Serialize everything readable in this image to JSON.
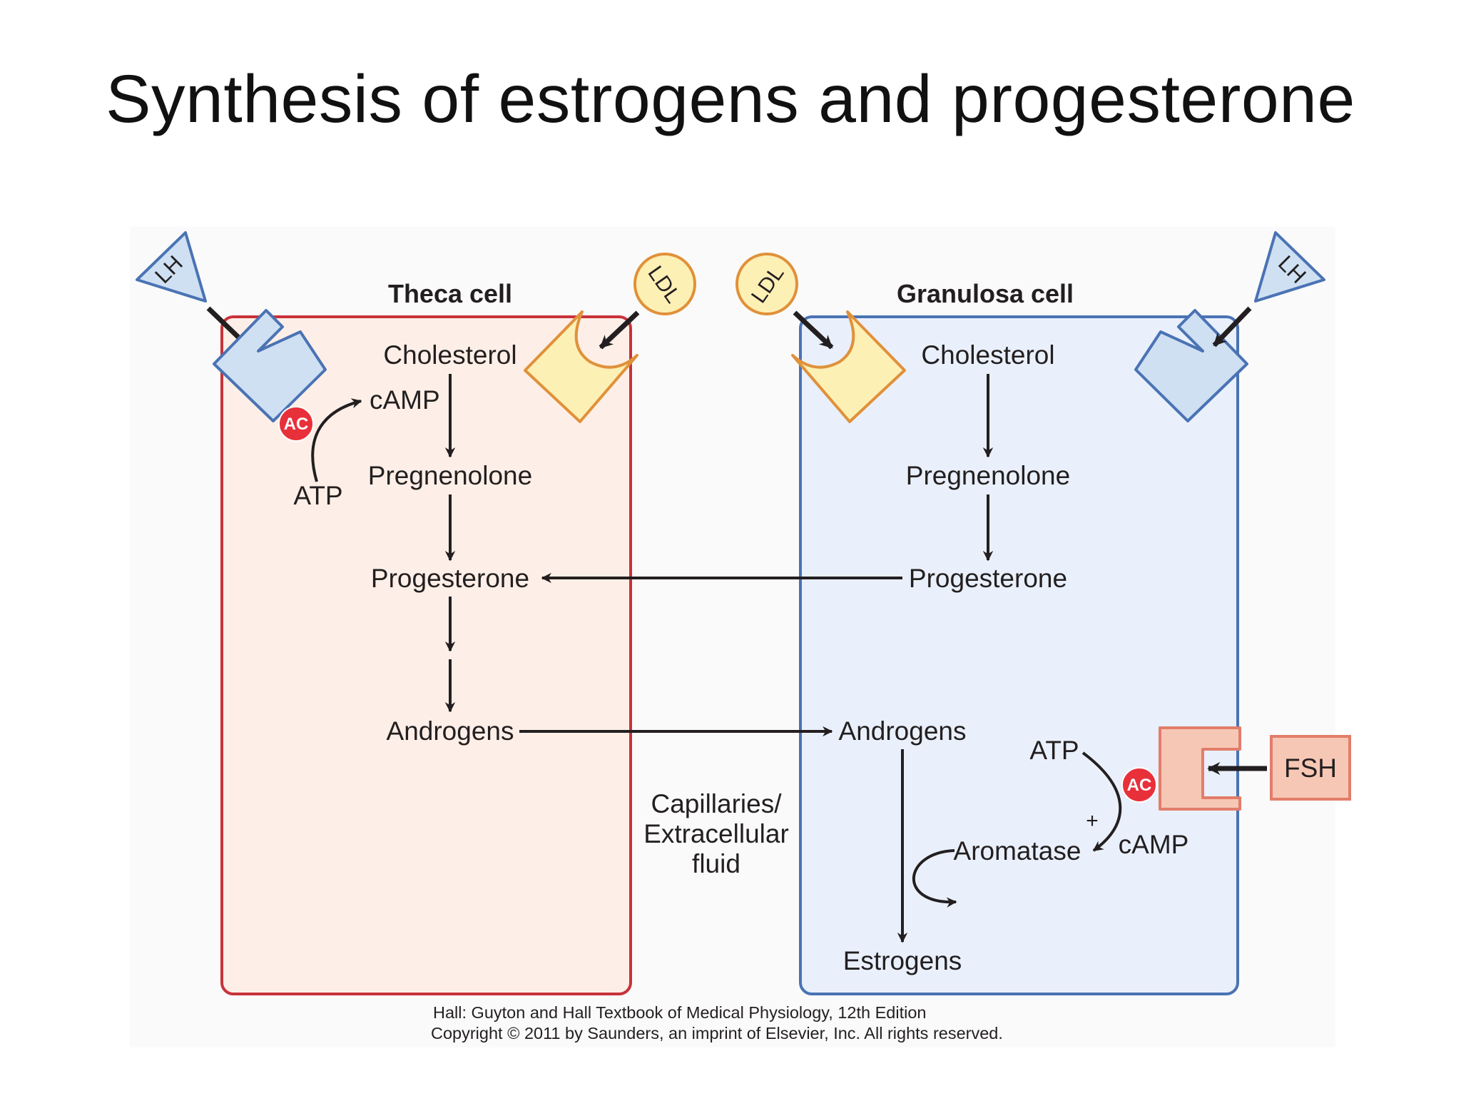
{
  "title": "Synthesis of estrogens and progesterone",
  "colors": {
    "theca_fill": "#fdefe7",
    "theca_border": "#c8323a",
    "granulosa_fill": "#e9f0fb",
    "granulosa_border": "#4a73b4",
    "receptor_blue": "#cfe0f3",
    "ldl_yellow": "#fdf0b5",
    "ldl_border": "#e0913a",
    "fsh_fill": "#f7c7b5",
    "ac_red": "#e8303a"
  },
  "theca": {
    "header": "Theca cell",
    "cholesterol": "Cholesterol",
    "camp": "cAMP",
    "ac": "AC",
    "atp": "ATP",
    "pregnenolone": "Pregnenolone",
    "progesterone": "Progesterone",
    "androgens": "Androgens",
    "lh": "LH",
    "ldl": "LDL"
  },
  "granulosa": {
    "header": "Granulosa cell",
    "cholesterol": "Cholesterol",
    "pregnenolone": "Pregnenolone",
    "progesterone": "Progesterone",
    "androgens": "Androgens",
    "atp": "ATP",
    "ac": "AC",
    "plus": "+",
    "camp": "cAMP",
    "aromatase": "Aromatase",
    "estrogens": "Estrogens",
    "lh": "LH",
    "ldl": "LDL",
    "fsh": "FSH"
  },
  "middle": {
    "line1": "Capillaries/",
    "line2": "Extracellular",
    "line3": "fluid"
  },
  "credit": {
    "line1": "Hall: Guyton and Hall Textbook of Medical Physiology, 12th Edition",
    "line2": "Copyright © 2011 by Saunders, an imprint of Elsevier, Inc. All rights reserved."
  }
}
